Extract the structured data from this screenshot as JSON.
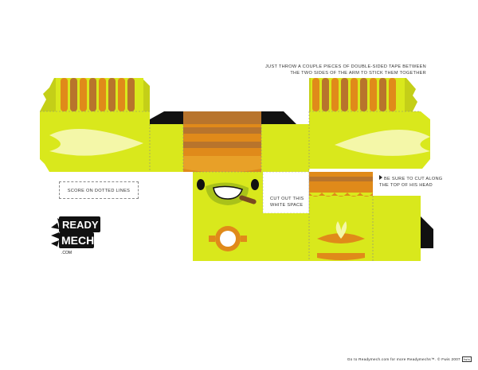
{
  "notes": {
    "tape_line1": "JUST THROW A COUPLE PIECES OF DOUBLE-SIDED TAPE BETWEEN",
    "tape_line2": "THE TWO SIDES OF THE ARM TO STICK THEM TOGETHER",
    "score": "SCORE ON DOTTED LINES",
    "cut_line1": "CUT OUT THIS",
    "cut_line2": "WHITE SPACE",
    "head_line1": "BE SURE TO CUT ALONG",
    "head_line2": "THE TOP OF HIS HEAD"
  },
  "logo": {
    "line1": "READY",
    "line2": "MECH",
    "domain": ".COM"
  },
  "footer": {
    "text": "Go to Readymech.com for more Readymechs™. © Fwis 2007",
    "badge": "fwis"
  },
  "colors": {
    "lime": "#d9e81c",
    "lime_dark": "#c4cf18",
    "stripe_orange": "#e08a1a",
    "stripe_brown": "#b8742c",
    "black": "#111111",
    "leaf_pale": "#f4f7a8"
  }
}
